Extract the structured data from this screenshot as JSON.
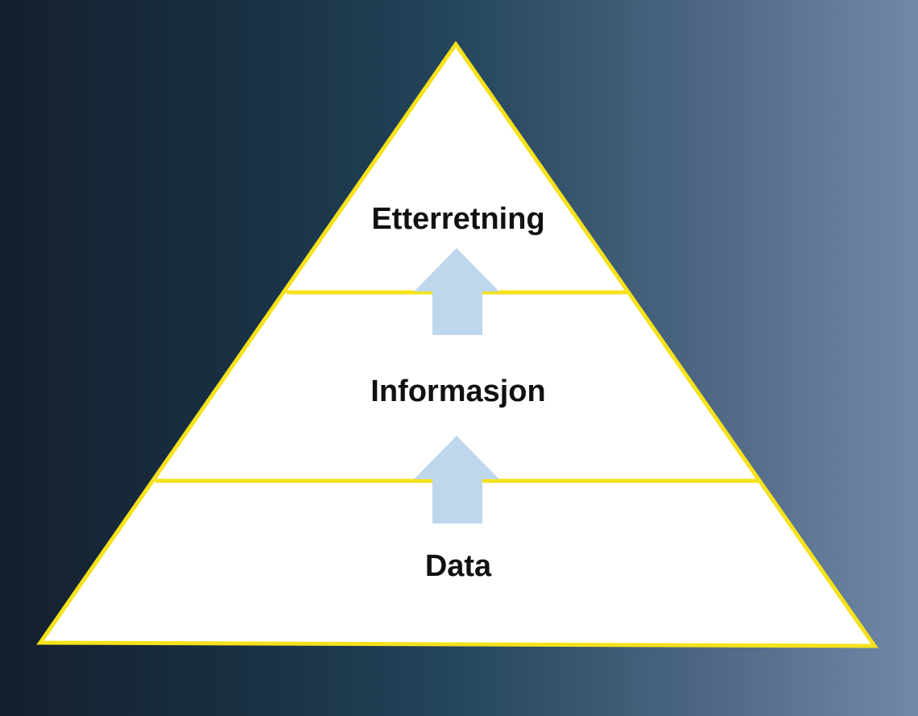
{
  "diagram": {
    "levels": [
      {
        "label": "Etterretning"
      },
      {
        "label": "Informasjon"
      },
      {
        "label": "Data"
      }
    ],
    "colors": {
      "outline": "#f5e21b",
      "fill": "#ffffff",
      "arrow": "#bfd7ec",
      "text": "#111111"
    }
  }
}
